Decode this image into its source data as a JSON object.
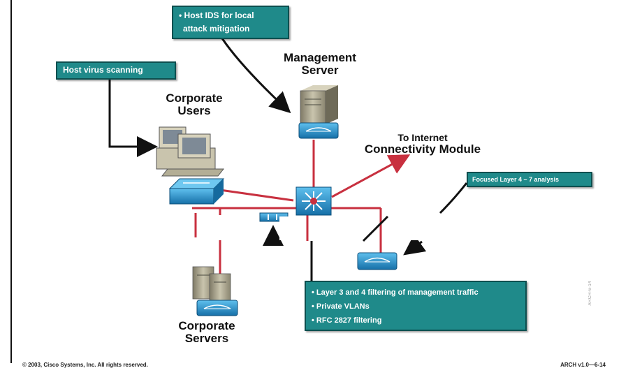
{
  "callouts": {
    "host_ids": [
      "• Host IDS for local",
      "attack mitigation"
    ],
    "host_virus": "Host virus scanning",
    "focused_layer": "Focused Layer 4 – 7 analysis",
    "filtering": [
      "• Layer 3 and 4 filtering of management traffic",
      "• Private VLANs",
      "• RFC 2827 filtering"
    ]
  },
  "labels": {
    "management_server": [
      "Management",
      "Server"
    ],
    "corporate_users": [
      "Corporate",
      "Users"
    ],
    "to_internet": [
      "To Internet",
      "Connectivity Module"
    ],
    "corporate_servers": [
      "Corporate",
      "Servers"
    ]
  },
  "footer": {
    "copyright": "© 2003, Cisco Systems, Inc. All rights reserved.",
    "version": "ARCH v1.0—6-14"
  },
  "figure_id": "ARCH-6-14",
  "colors": {
    "callout_fill": "#1f8a8a",
    "link_red": "#c8303f",
    "device_blue": "#1e90c8",
    "server_tan": "#9a9580"
  },
  "icons": [
    "server-icon",
    "workstation-icon",
    "switch-icon",
    "firewall-icon",
    "multilayer-switch-icon",
    "ids-sensor-icon"
  ]
}
